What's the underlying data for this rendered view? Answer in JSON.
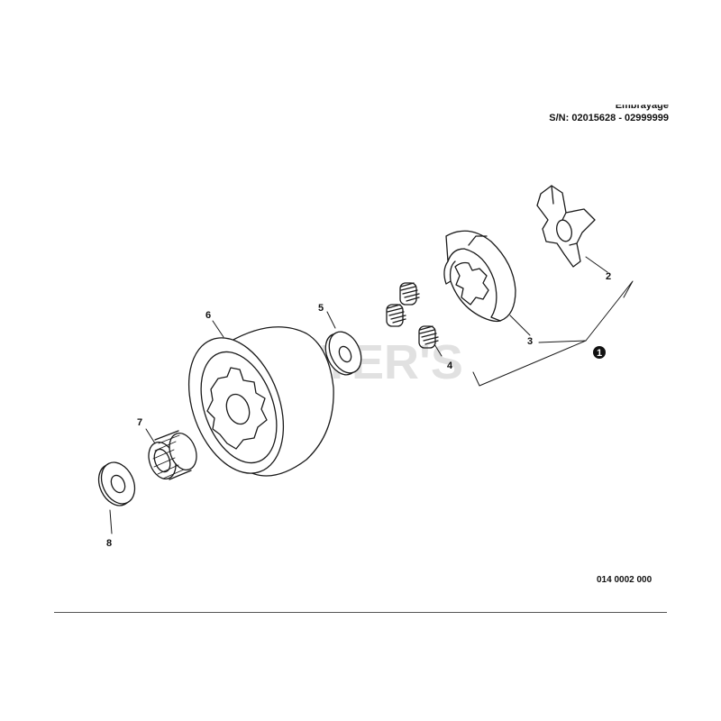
{
  "header": {
    "title": "Embrayage",
    "serial": "S/N: 02015628 - 02999999"
  },
  "watermark": "CUTTER'S",
  "callouts": {
    "assembly": "1",
    "p2": "2",
    "p3": "3",
    "p4": "4",
    "p5": "5",
    "p6": "6",
    "p7": "7",
    "p8": "8"
  },
  "drawing_code": "014 0002 000"
}
